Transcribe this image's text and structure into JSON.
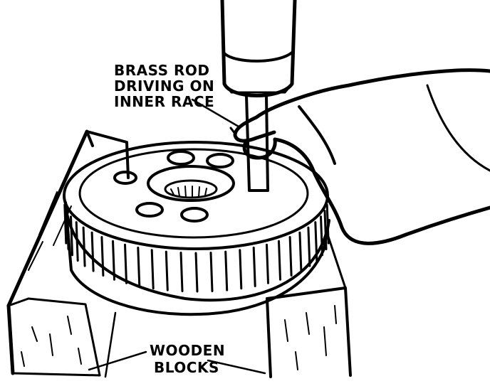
{
  "callouts": {
    "rod": [
      "BRASS ROD",
      "DRIVING ON",
      "INNER RACE"
    ],
    "blocks": [
      "WOODEN",
      "BLOCKS"
    ]
  },
  "colors": {
    "ink": "#000000",
    "paper": "#ffffff"
  }
}
